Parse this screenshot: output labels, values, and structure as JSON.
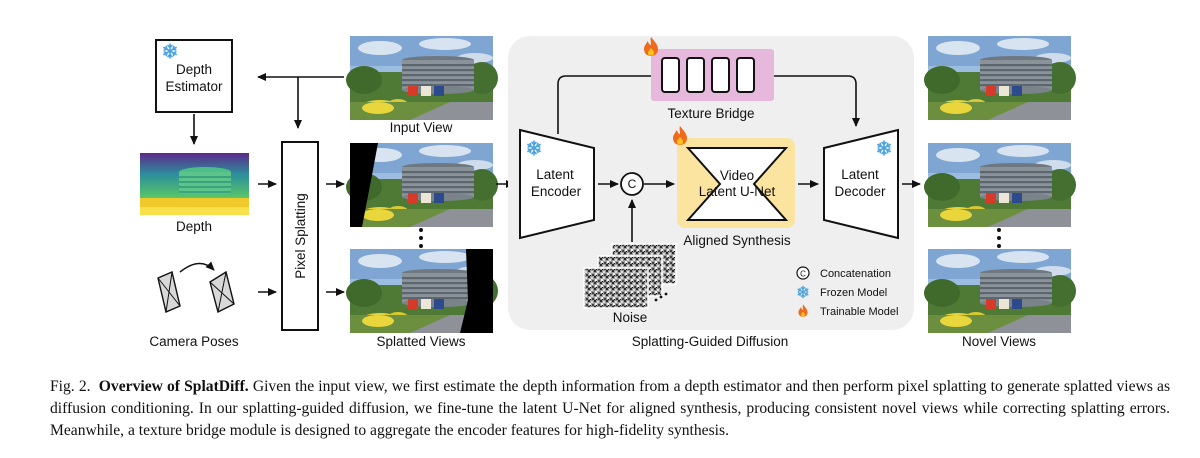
{
  "labels": {
    "depth_estimator_1": "Depth",
    "depth_estimator_2": "Estimator",
    "depth": "Depth",
    "camera_poses": "Camera Poses",
    "pixel_splatting": "Pixel Splatting",
    "input_view": "Input View",
    "splatted_views": "Splatted Views",
    "latent_encoder_1": "Latent",
    "latent_encoder_2": "Encoder",
    "concat_symbol": "C",
    "video_unet_1": "Video",
    "video_unet_2": "Latent U-Net",
    "aligned_synthesis": "Aligned Synthesis",
    "texture_bridge": "Texture Bridge",
    "latent_decoder_1": "Latent",
    "latent_decoder_2": "Decoder",
    "noise": "Noise",
    "splatting_guided_diffusion": "Splatting-Guided Diffusion",
    "novel_views": "Novel Views"
  },
  "legend": {
    "concat_symbol": "C",
    "concatenation": "Concatenation",
    "frozen": "Frozen Model",
    "trainable": "Trainable Model"
  },
  "caption": {
    "fig_label": "Fig. 2.",
    "title": "Overview of SplatDiff.",
    "body": "Given the input view, we first estimate the depth information from a depth estimator and then perform pixel splatting to generate splatted views as diffusion conditioning. In our splatting-guided diffusion, we fine-tune the latent U-Net for aligned synthesis, producing consistent novel views while correcting splatting errors. Meanwhile, a texture bridge module is designed to aggregate the encoder features for high-fidelity synthesis."
  },
  "colors": {
    "diffusion_panel": "#efefef",
    "texture_bridge": "#e6b8dc",
    "unet_highlight": "#fbe3a0",
    "frozen_icon": "#4aa3df",
    "fire_outer": "#f06a1c",
    "fire_inner": "#ffc21a",
    "sky": "#8fb2d8",
    "grass": "#5a8a3a",
    "building": "#8d949c"
  },
  "icons": [
    "snowflake-icon",
    "fire-icon",
    "concat-icon"
  ]
}
